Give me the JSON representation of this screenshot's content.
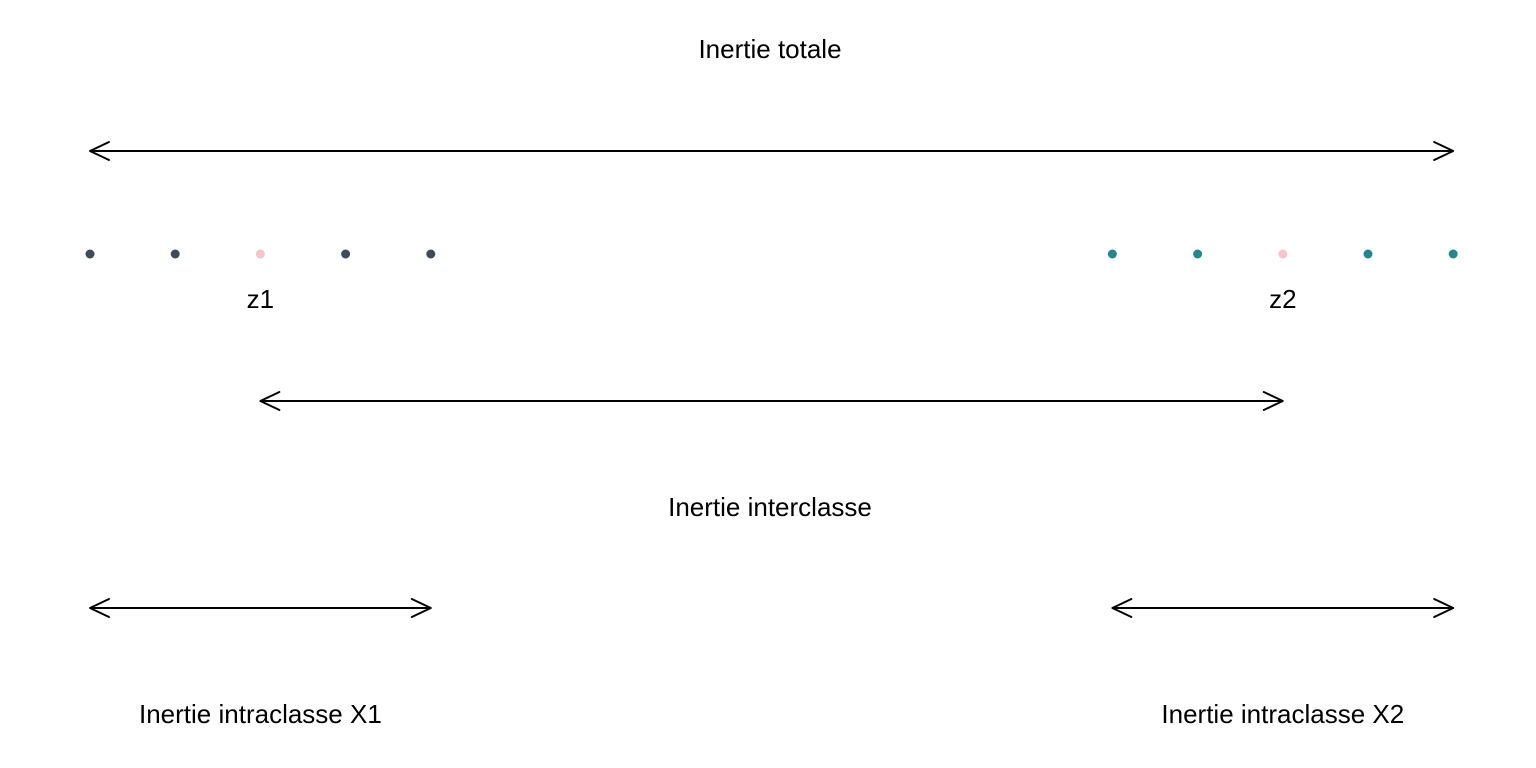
{
  "labels": {
    "total": "Inertie totale",
    "inter": "Inertie interclasse",
    "intra_x1": "Inertie intraclasse X1",
    "intra_x2": "Inertie intraclasse X2"
  },
  "centroids": {
    "z1": "z1",
    "z2": "z2"
  },
  "colors": {
    "class1_point": "#3d4b5a",
    "class2_point": "#23888e",
    "centroid_point": "#f8c3cd",
    "arrow": "#000000",
    "text": "#000000",
    "background": "#ffffff"
  },
  "points": {
    "class1": [
      1,
      2,
      4,
      5
    ],
    "class2": [
      13,
      14,
      16,
      17
    ],
    "centroid_z1": 3,
    "centroid_z2": 15
  },
  "spans": {
    "total": [
      1,
      17
    ],
    "inter": [
      3,
      15
    ],
    "intra_x1": [
      1,
      5
    ],
    "intra_x2": [
      13,
      17
    ]
  }
}
